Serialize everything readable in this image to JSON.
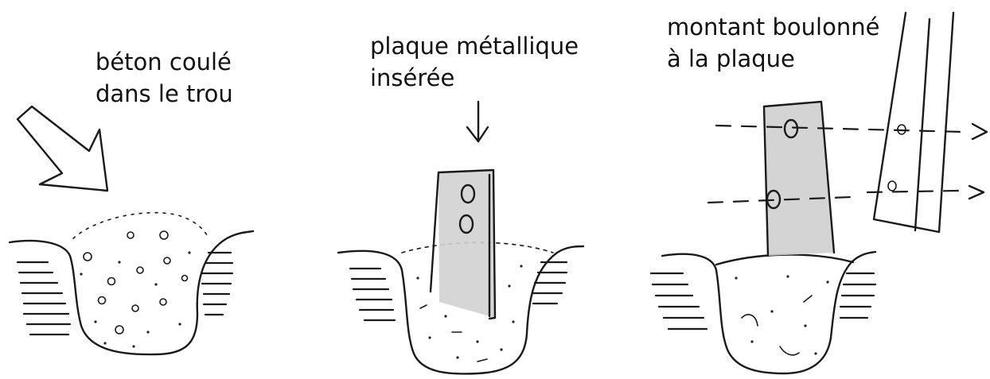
{
  "panels": [
    {
      "caption_lines": [
        "béton coulé",
        "dans le trou"
      ]
    },
    {
      "caption_lines": [
        "plaque métallique",
        "insérée"
      ]
    },
    {
      "caption_lines": [
        "montant boulonné",
        "à la plaque"
      ]
    }
  ],
  "colors": {
    "ink": "#1a1a1a",
    "shade": "#cfcfcf",
    "background": "#ffffff"
  },
  "icons": [
    "curved-arrow-icon",
    "down-arrow-icon",
    "bolt-direction-arrow-icon"
  ]
}
